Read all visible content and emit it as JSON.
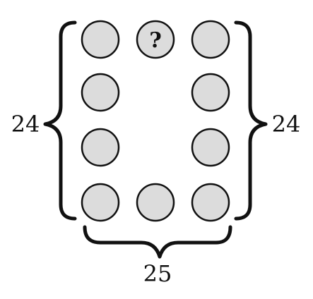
{
  "diagram": {
    "left_sum": "24",
    "right_sum": "24",
    "bottom_sum": "25",
    "unknown_marker": "?",
    "circle_fill": "#dcdcdc",
    "stroke_color": "#111111"
  }
}
